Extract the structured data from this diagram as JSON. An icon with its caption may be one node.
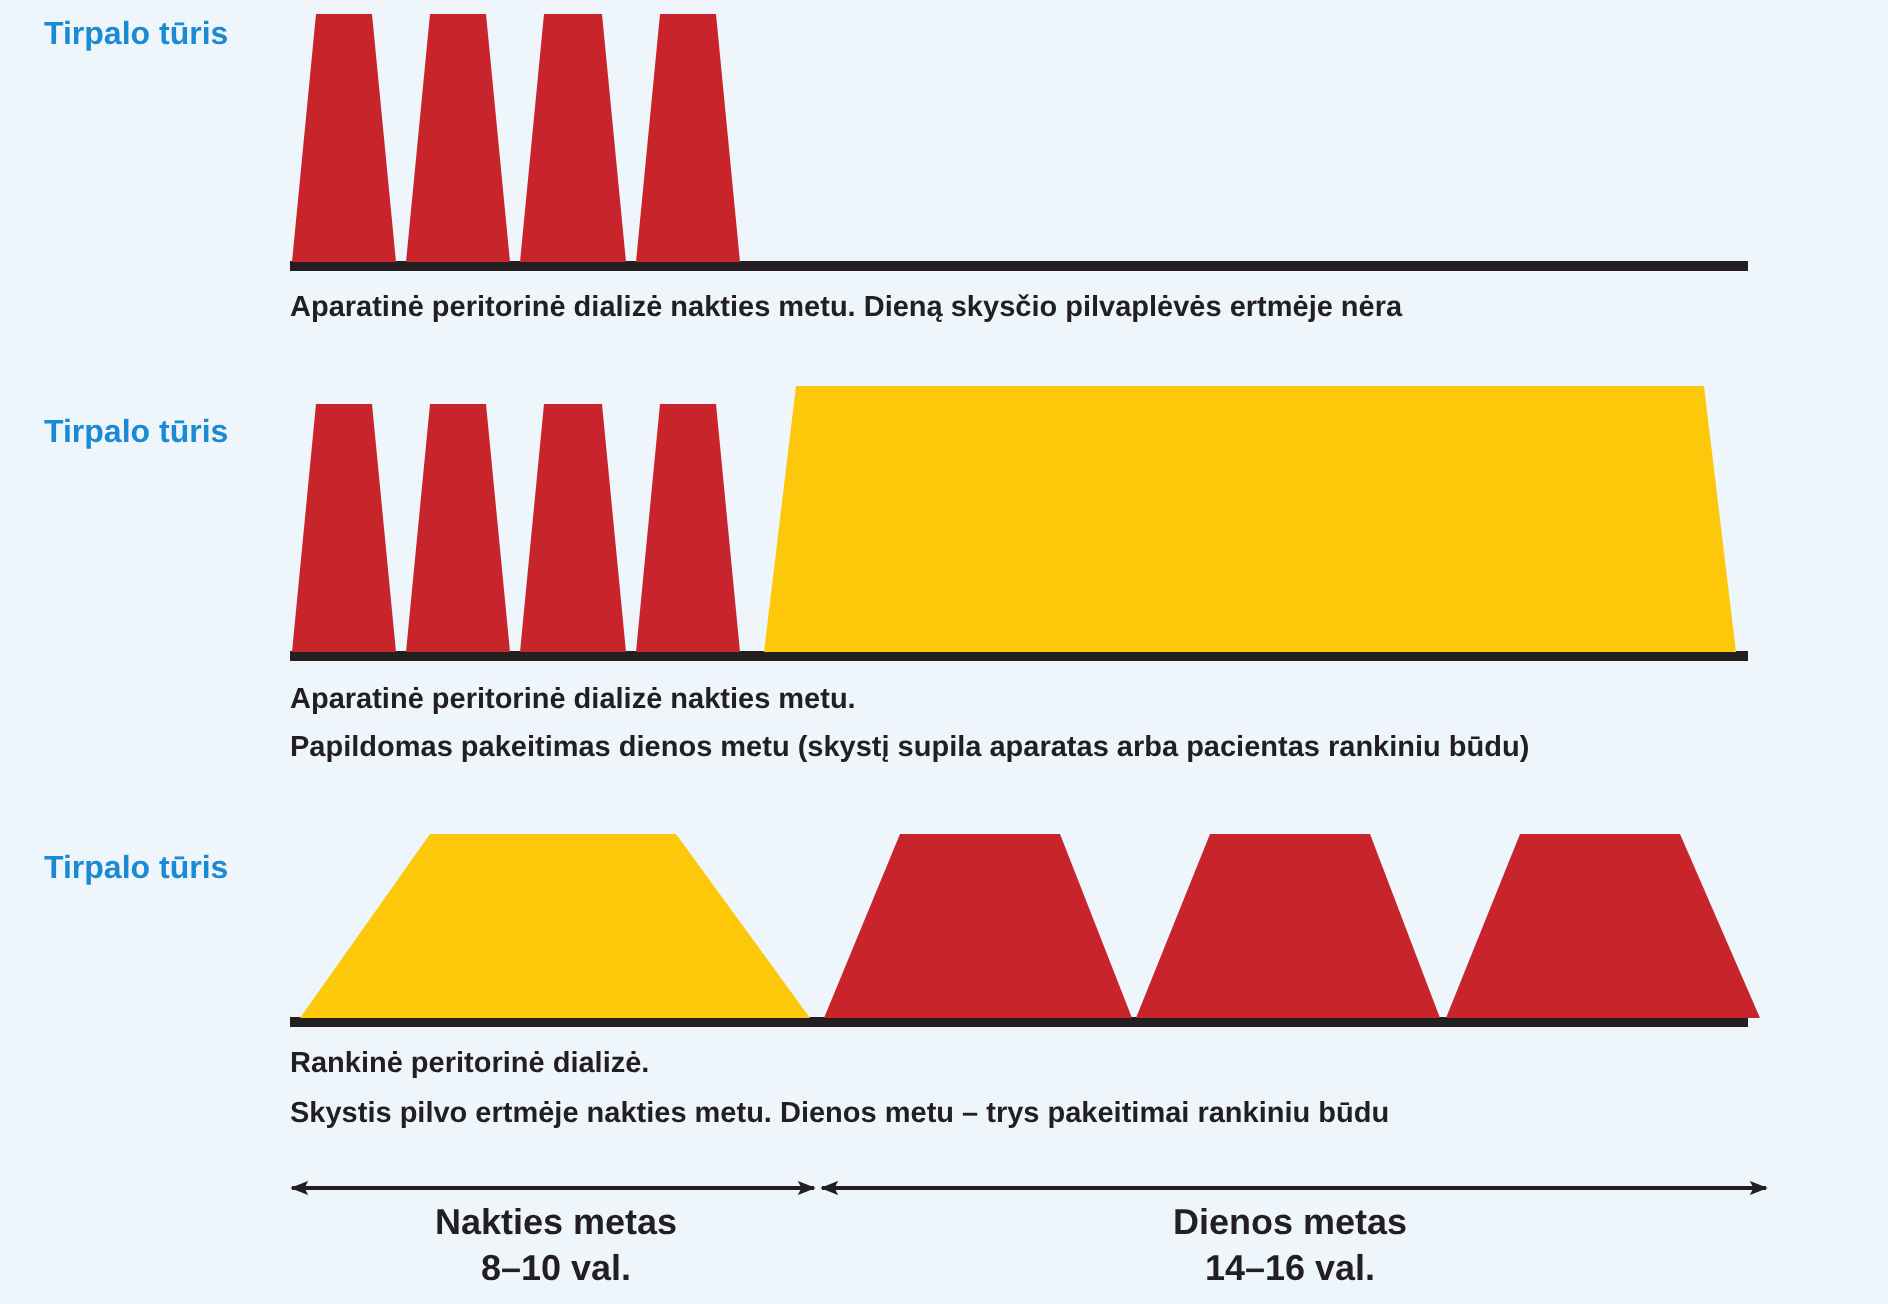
{
  "diagram": {
    "labels": [
      "Tirpalo tūris",
      "Aparatinė peritorinė dializė nakties metu. Dieną skysčio pilvaplėvės ertmėje nėra",
      "Tirpalo tūris",
      "Aparatinė peritorinė dializė nakties metu.",
      "Papildomas pakeitimas dienos metu (skystį supila aparatas arba pacientas rankiniu būdu)",
      "Tirpalo tūris",
      "Rankinė peritorinė dializė.",
      "Skystis pilvo ertmėje nakties metu. Dienos metu – trys pakeitimai rankiniu būdu",
      "Nakties metas",
      "8–10 val.",
      "Dienos metas",
      "14–16 val."
    ]
  }
}
